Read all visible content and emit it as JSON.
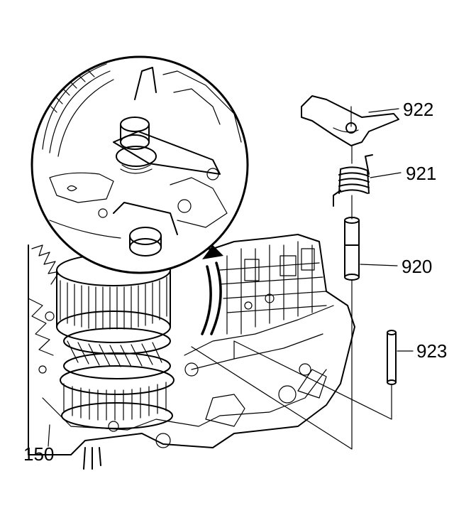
{
  "callouts": {
    "c922": "922",
    "c921": "921",
    "c920": "920",
    "c923": "923",
    "c150": "150"
  },
  "colors": {
    "ink": "#000000",
    "paper": "#ffffff"
  }
}
